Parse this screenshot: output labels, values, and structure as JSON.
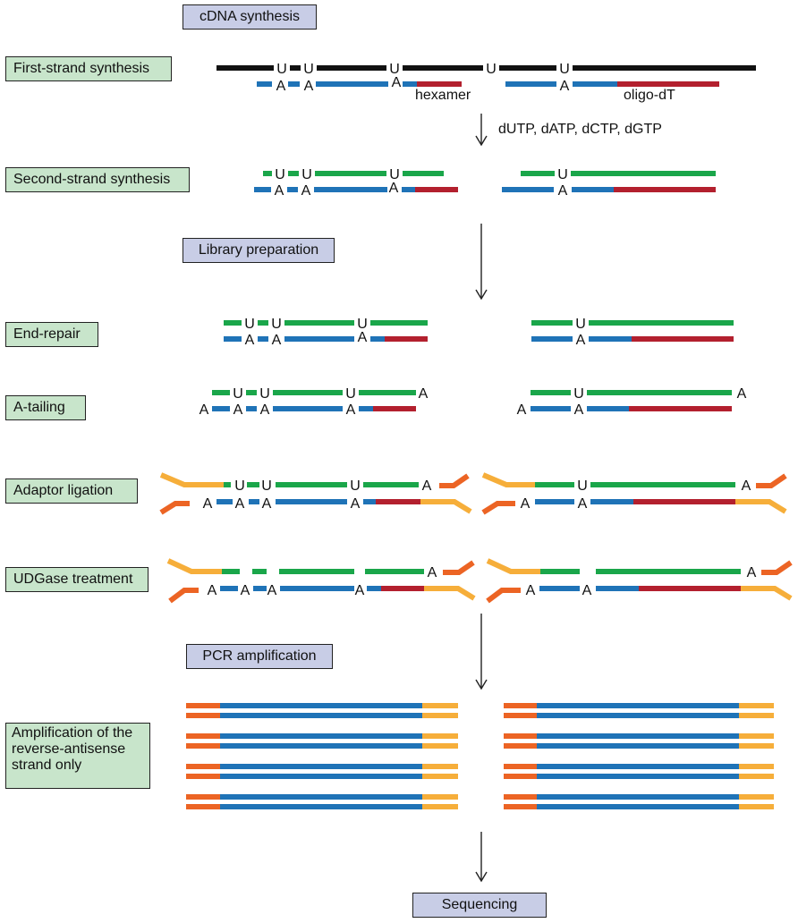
{
  "headers": {
    "cdna": "cDNA synthesis",
    "library": "Library preparation",
    "pcr": "PCR amplification",
    "sequencing": "Sequencing"
  },
  "steps": {
    "first_strand": "First-strand synthesis",
    "second_strand": "Second-strand synthesis",
    "end_repair": "End-repair",
    "a_tailing": "A-tailing",
    "adaptor_ligation": "Adaptor ligation",
    "udgase": "UDGase treatment",
    "amplification": "Amplification of the reverse-antisense strand only"
  },
  "annotations": {
    "hexamer": "hexamer",
    "oligo_dt": "oligo-dT",
    "nucleotides": "dUTP, dATP, dCTP, dGTP"
  },
  "bases": {
    "uracil": "U",
    "adenine": "A"
  },
  "colors": {
    "rna": "#111111",
    "first_strand": "#1f73b7",
    "second_strand": "#1aa64a",
    "primer": "#b3202e",
    "adaptor_light": "#f6ae3a",
    "adaptor_dark": "#ec6424",
    "step_box": "#c8e5cb",
    "header_box": "#c8cde6"
  }
}
